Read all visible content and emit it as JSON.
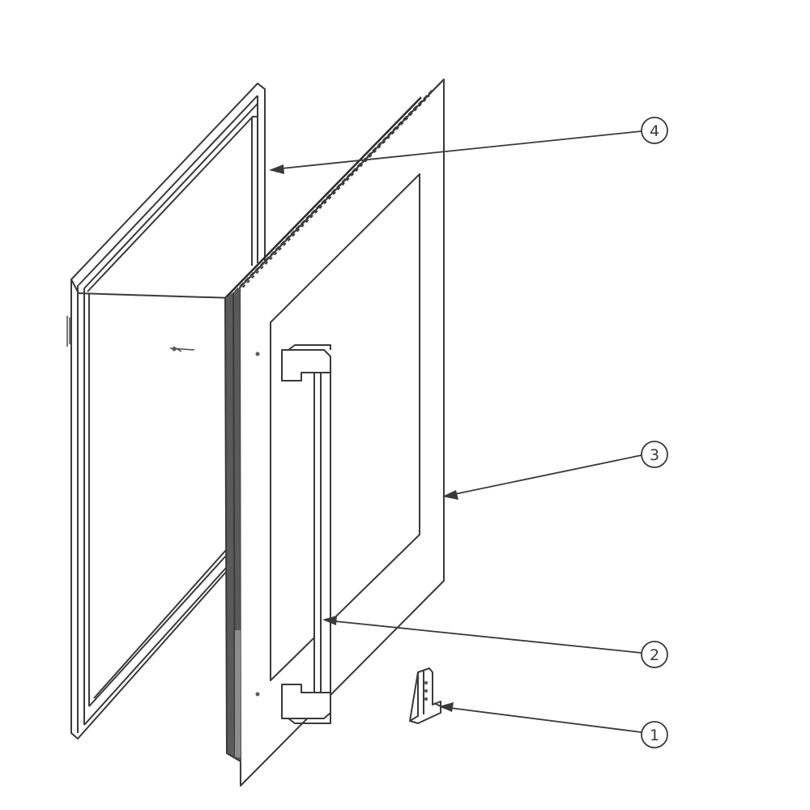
{
  "diagram": {
    "parts": [
      {
        "id": "hinge",
        "label": "1"
      },
      {
        "id": "handle",
        "label": "2"
      },
      {
        "id": "glass-panel",
        "label": "3"
      },
      {
        "id": "door-gasket",
        "label": "4"
      }
    ]
  },
  "colors": {
    "line": "#3a3a3a",
    "background": "#ffffff",
    "dark_edge": "#5a5a5a"
  }
}
